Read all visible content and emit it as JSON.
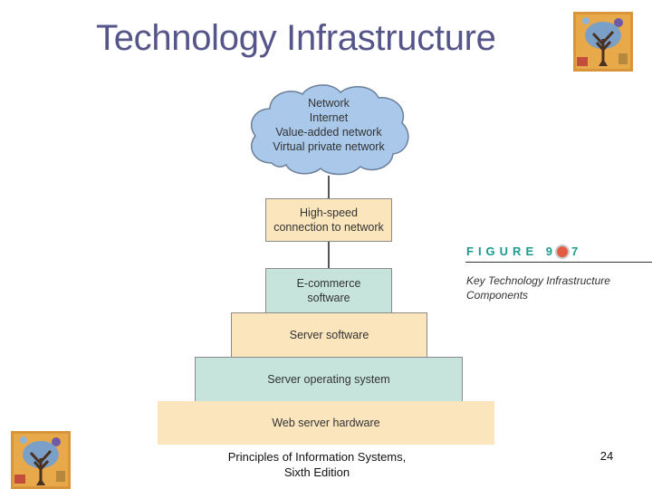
{
  "slide": {
    "title": "Technology Infrastructure",
    "footer_line1": "Principles of Information Systems,",
    "footer_line2": "Sixth Edition",
    "page_number": "24"
  },
  "diagram": {
    "cloud_lines": [
      "Network",
      "Internet",
      "Value-added network",
      "Virtual private network"
    ],
    "connection_lines": [
      "High-speed",
      "connection to network"
    ],
    "ecommerce_lines": [
      "E-commerce",
      "software"
    ],
    "server_software": "Server software",
    "server_os": "Server operating system",
    "web_server_hardware": "Web server hardware"
  },
  "caption": {
    "figure_prefix": "FIGURE 9",
    "figure_suffix": "7",
    "title_line1": "Key Technology Infrastructure",
    "title_line2": "Components"
  },
  "colors": {
    "title": "#55558a",
    "tan_box": "#fbe5bd",
    "teal_box": "#c6e4dc",
    "cloud": "#a9c8ea",
    "figure_label": "#1c9b8d"
  },
  "icons": {
    "logo": "tree-logo-icon"
  }
}
